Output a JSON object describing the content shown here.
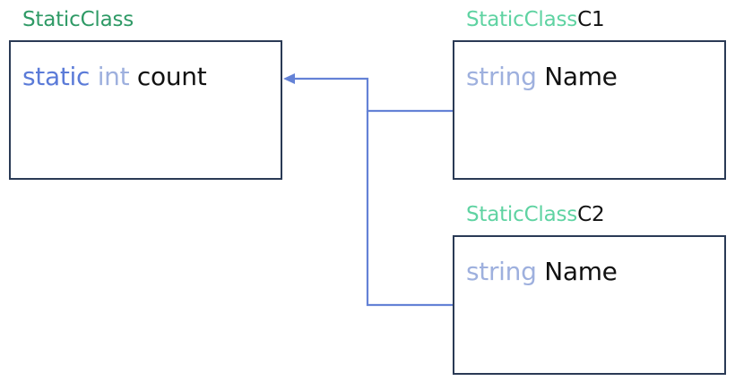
{
  "colors": {
    "title_static": "#2f9a66",
    "title_type": "#5fd3a2",
    "title_instance": "#111111",
    "keyword_static": "#5b7bd8",
    "keyword_type": "#9eb0de",
    "identifier": "#111111",
    "border": "#2a3a55",
    "connector": "#6482d6"
  },
  "static_class": {
    "title": "StaticClass",
    "field": {
      "modifier": "static",
      "type": "int",
      "name": "count"
    }
  },
  "instances": [
    {
      "class_name": "StaticClass",
      "instance_name": "C1",
      "field": {
        "type": "string",
        "name": "Name"
      }
    },
    {
      "class_name": "StaticClass",
      "instance_name": "C2",
      "field": {
        "type": "string",
        "name": "Name"
      }
    }
  ]
}
